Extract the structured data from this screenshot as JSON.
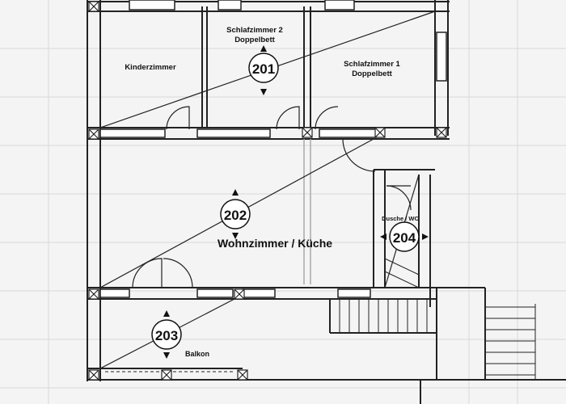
{
  "rooms": {
    "kinderzimmer": {
      "label": "Kinderzimmer"
    },
    "schlaf2": {
      "line1": "Schlafzimmer 2",
      "line2": "Doppelbett"
    },
    "schlaf1": {
      "line1": "Schlafzimmer 1",
      "line2": "Doppelbett"
    },
    "wohnzimmer": {
      "label": "Wohnzimmer / Küche"
    },
    "dusche": {
      "label": "Dusche / WC"
    },
    "balkon": {
      "label": "Balkon"
    }
  },
  "markers": {
    "m201": "201",
    "m202": "202",
    "m203": "203",
    "m204": "204"
  }
}
